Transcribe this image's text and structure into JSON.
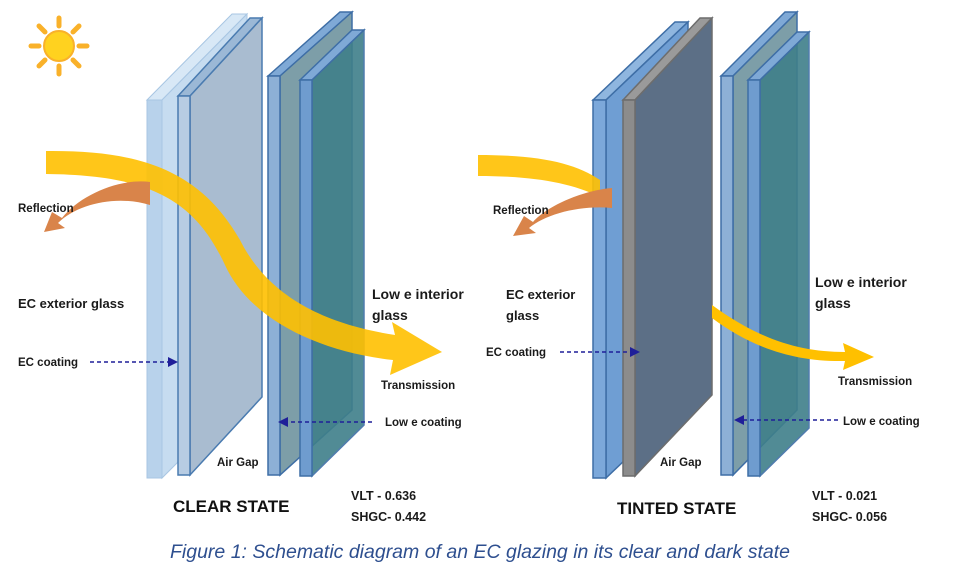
{
  "left_panel": {
    "reflection": "Reflection",
    "ec_exterior_glass": "EC exterior glass",
    "ec_coating": "EC coating",
    "air_gap": "Air Gap",
    "low_e_interior_line1": "Low e interior",
    "low_e_interior_line2": "glass",
    "transmission": "Transmission",
    "low_e_coating": "Low e coating",
    "state_title": "CLEAR STATE",
    "vlt": "VLT -  0.636",
    "shgc": "SHGC- 0.442"
  },
  "right_panel": {
    "reflection": "Reflection",
    "ec_exterior_line1": "EC exterior",
    "ec_exterior_line2": "glass",
    "ec_coating": "EC coating",
    "air_gap": "Air Gap",
    "low_e_interior_line1": "Low e interior",
    "low_e_interior_line2": "glass",
    "transmission": "Transmission",
    "low_e_coating": "Low e coating",
    "state_title": "TINTED STATE",
    "vlt": "VLT -  0.021",
    "shgc": "SHGC- 0.056"
  },
  "caption": "Figure 1: Schematic diagram of an EC glazing in its clear and dark state",
  "colors": {
    "sun": "#FFD21F",
    "sun_rays": "#F9B12A",
    "light_arrow": "#FFC000",
    "reflection_arrow": "#D9844A",
    "coating_arrow": "#1F1F99",
    "clear_ec_glass": "#BFD7ED",
    "tinted_ec_glass": "#5C6F86",
    "glass_blue": "#6B9BD2",
    "low_e_glass": "#4A8F96"
  }
}
